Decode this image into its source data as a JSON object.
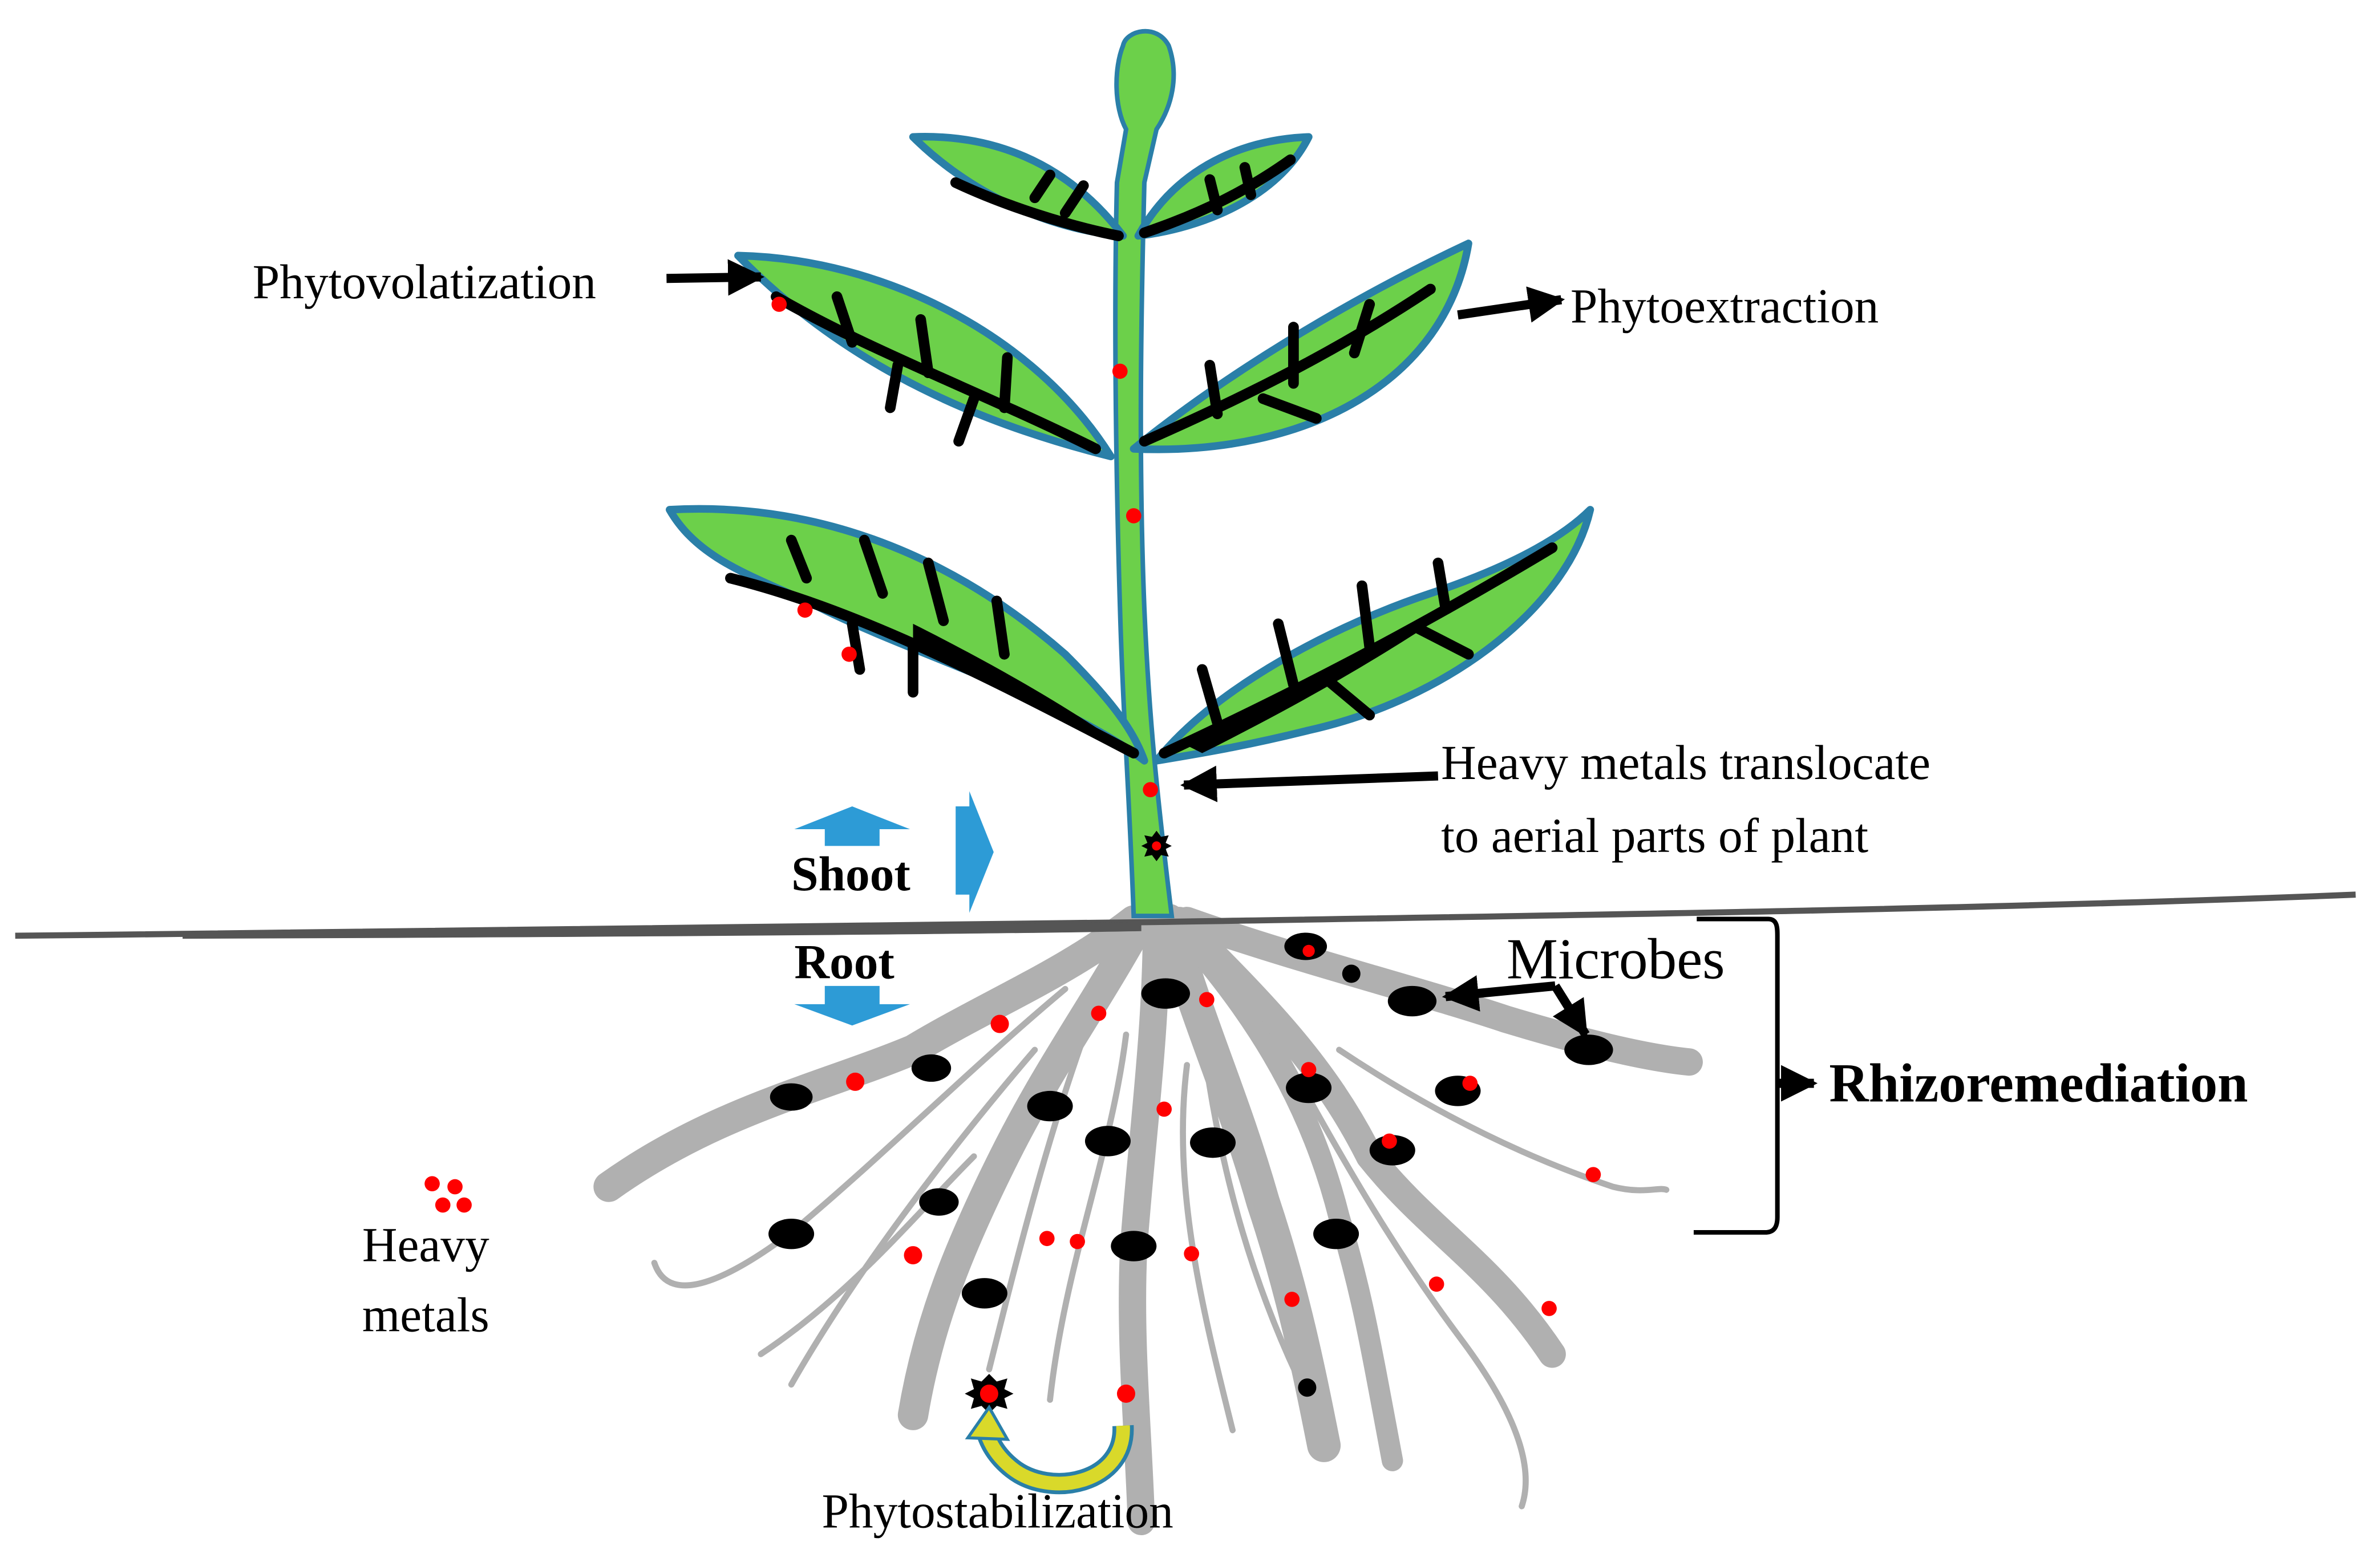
{
  "labels": {
    "phytovolatization": "Phytovolatization",
    "phytoextraction": "Phytoextraction",
    "translocate_line1": "Heavy metals translocate",
    "translocate_line2": "to aerial parts of plant",
    "shoot": "Shoot",
    "root": "Root",
    "microbes": "Microbes",
    "rhizoremediation": "Rhizoremediation",
    "heavy_metals_line1": "Heavy",
    "heavy_metals_line2": "metals",
    "phytostabilization": "Phytostabilization"
  },
  "colors": {
    "leaf_fill": "#6cd04a",
    "leaf_outline": "#2a7fa8",
    "root": "#b0b0b0",
    "soil_line": "#555555",
    "microbe": "#000000",
    "heavy_metal": "#ff0000",
    "direction_arrow": "#2d9bd6",
    "stabilization_arrow": "#d9d92a"
  },
  "icons": {
    "shoot_arrows": "up-right-block-arrows",
    "root_arrow": "down-block-arrow",
    "heavy_metal_marker": "red-dot",
    "microbe_marker": "black-ellipse",
    "stabilized_metal_marker": "spiky-starburst"
  }
}
